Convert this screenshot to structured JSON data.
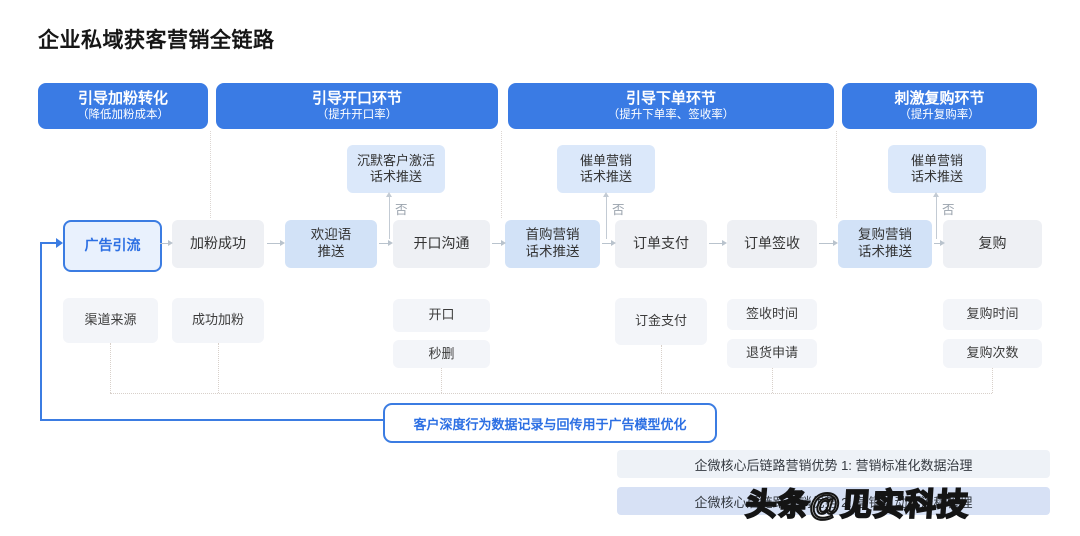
{
  "title": "企业私域获客营销全链路",
  "watermark": "头条@见实科技",
  "colors": {
    "stage_blue": "#3a7be4",
    "light_blue_node": "#d2e2f7",
    "push_blue_node": "#dbe8fa",
    "gray_node": "#eef0f4",
    "metric_node": "#f3f5f9",
    "accent_blue": "#2c6fe3"
  },
  "stages": [
    {
      "title": "引导加粉转化",
      "subtitle": "（降低加粉成本）"
    },
    {
      "title": "引导开口环节",
      "subtitle": "（提升开口率）"
    },
    {
      "title": "引导下单环节",
      "subtitle": "（提升下单率、签收率）"
    },
    {
      "title": "刺激复购环节",
      "subtitle": "（提升复购率）"
    }
  ],
  "push_boxes": [
    {
      "line1": "沉默客户激活",
      "line2": "话术推送",
      "branch_label": "否"
    },
    {
      "line1": "催单营销",
      "line2": "话术推送",
      "branch_label": "否"
    },
    {
      "line1": "催单营销",
      "line2": "话术推送",
      "branch_label": "否"
    }
  ],
  "flow_nodes": [
    {
      "label": "广告引流"
    },
    {
      "label": "加粉成功"
    },
    {
      "line1": "欢迎语",
      "line2": "推送"
    },
    {
      "label": "开口沟通"
    },
    {
      "line1": "首购营销",
      "line2": "话术推送"
    },
    {
      "label": "订单支付"
    },
    {
      "label": "订单签收"
    },
    {
      "line1": "复购营销",
      "line2": "话术推送"
    },
    {
      "label": "复购"
    }
  ],
  "metric_nodes": [
    {
      "label": "渠道来源"
    },
    {
      "label": "成功加粉"
    },
    {
      "label": "开口"
    },
    {
      "label": "秒删"
    },
    {
      "label": "订金支付"
    },
    {
      "label": "签收时间"
    },
    {
      "label": "退货申请"
    },
    {
      "label": "复购时间"
    },
    {
      "label": "复购次数"
    }
  ],
  "feedback_label": "客户深度行为数据记录与回传用于广告模型优化",
  "advantages": [
    {
      "label": "企微核心后链路营销优势 1: 营销标准化数据治理"
    },
    {
      "label": "企微核心后链路营销优势 2: 营销自动化流程管理"
    }
  ]
}
